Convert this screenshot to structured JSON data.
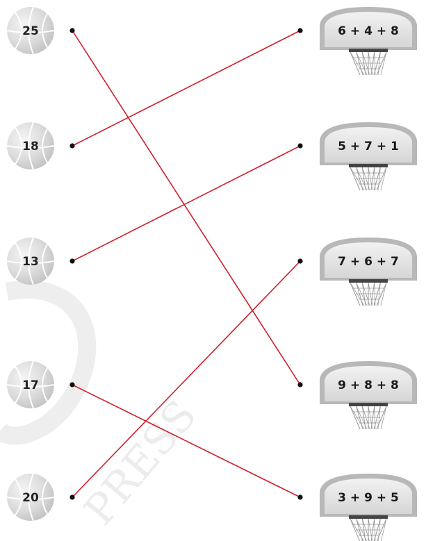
{
  "watermark": {
    "text": "PRESS"
  },
  "balls": [
    {
      "id": "ball-1",
      "label": "25"
    },
    {
      "id": "ball-2",
      "label": "18"
    },
    {
      "id": "ball-3",
      "label": "13"
    },
    {
      "id": "ball-4",
      "label": "17"
    },
    {
      "id": "ball-5",
      "label": "20"
    }
  ],
  "hoops": [
    {
      "id": "hoop-1",
      "label": "6 + 4 + 8"
    },
    {
      "id": "hoop-2",
      "label": "5 + 7 + 1"
    },
    {
      "id": "hoop-3",
      "label": "7 + 6 + 7"
    },
    {
      "id": "hoop-4",
      "label": "9 + 8 + 8"
    },
    {
      "id": "hoop-5",
      "label": "3 + 9 + 5"
    }
  ],
  "connections": [
    {
      "from": 0,
      "to": 3
    },
    {
      "from": 1,
      "to": 0
    },
    {
      "from": 2,
      "to": 1
    },
    {
      "from": 3,
      "to": 4
    },
    {
      "from": 4,
      "to": 2
    }
  ],
  "colors": {
    "line": "#d0202a",
    "dot": "#111111",
    "ball_fill": "#dcdcdc",
    "ball_seam": "#ffffff",
    "board_fill": "#e4e4e4",
    "board_edge": "#b8b8b8",
    "rim": "#444444",
    "net": "#999999"
  }
}
